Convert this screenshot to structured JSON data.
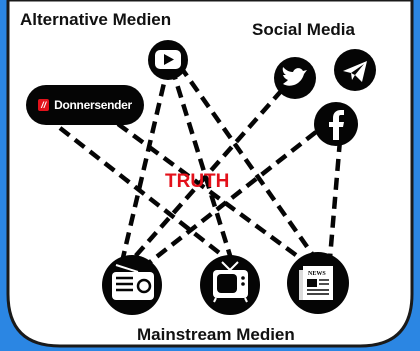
{
  "labels": {
    "alternative_media": "Alternative Medien",
    "social_media": "Social Media",
    "mainstream_media": "Mainstream Medien",
    "center": "TRUTH"
  },
  "donnersender": {
    "logo_text": "//",
    "name": "Donnersender"
  },
  "icons": {
    "youtube": "youtube-icon",
    "twitter": "twitter-icon",
    "telegram": "telegram-icon",
    "facebook": "facebook-icon",
    "radio": "radio-icon",
    "tv": "tv-icon",
    "newspaper": "newspaper-icon",
    "newspaper_caption": "NEWS"
  },
  "colors": {
    "background": "#2b86e3",
    "card": "#ffffff",
    "icon": "#050505",
    "truth": "#e3101a"
  }
}
